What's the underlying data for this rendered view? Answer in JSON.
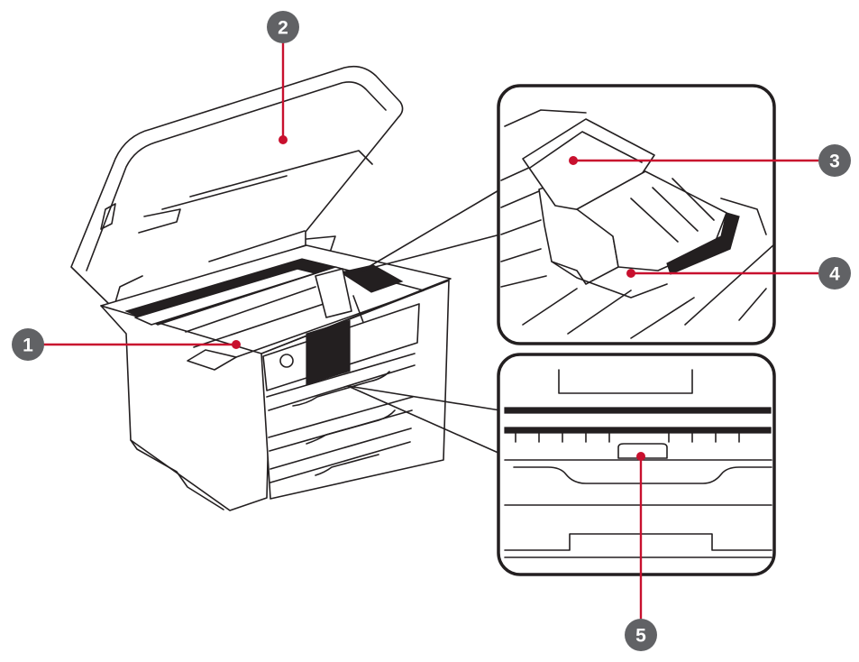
{
  "callouts": [
    {
      "number": "1"
    },
    {
      "number": "2"
    },
    {
      "number": "3"
    },
    {
      "number": "4"
    },
    {
      "number": "5"
    }
  ],
  "colors": {
    "leader": "#c8102e",
    "callout_badge": "#616265",
    "line_art": "#231f20"
  }
}
